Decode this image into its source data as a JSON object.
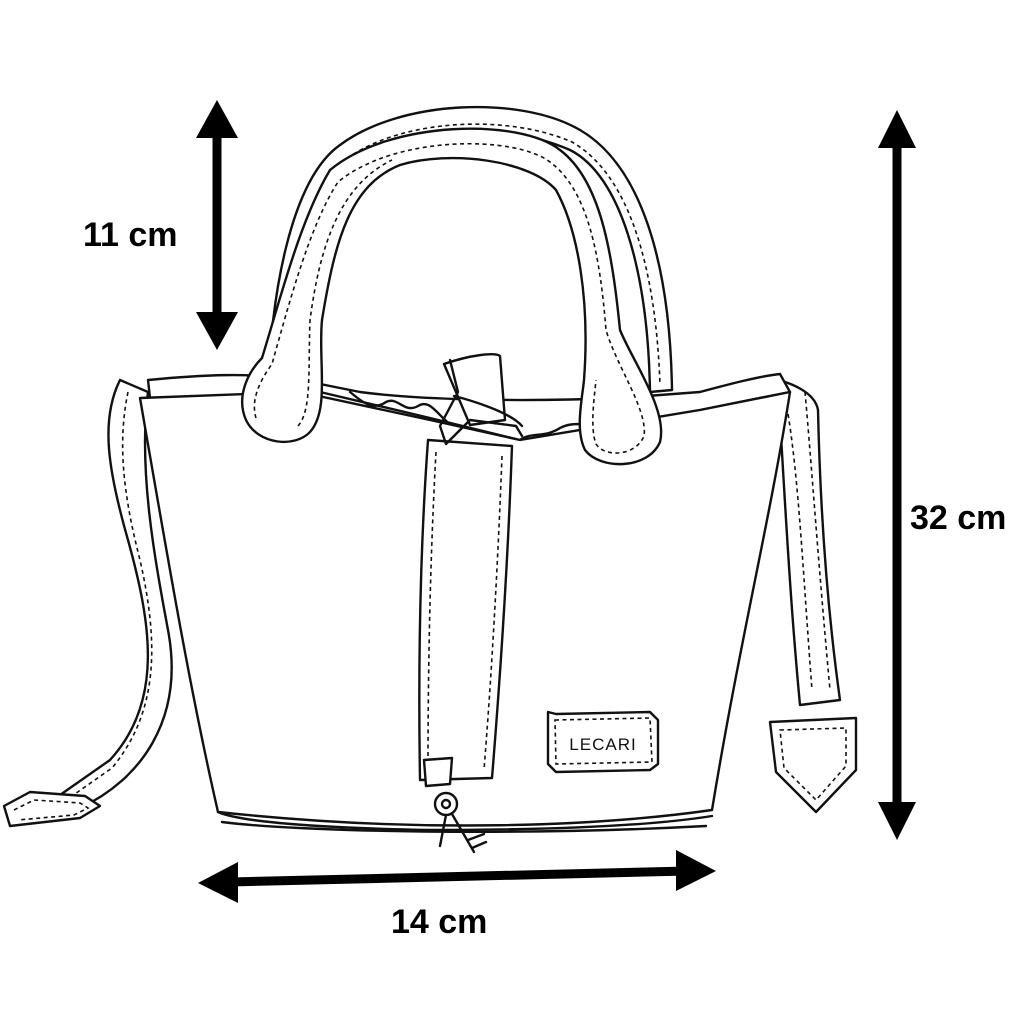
{
  "dimensions": {
    "handle_drop": "11 cm",
    "total_height": "32 cm",
    "width": "14 cm"
  },
  "brand_label": "LECARI"
}
